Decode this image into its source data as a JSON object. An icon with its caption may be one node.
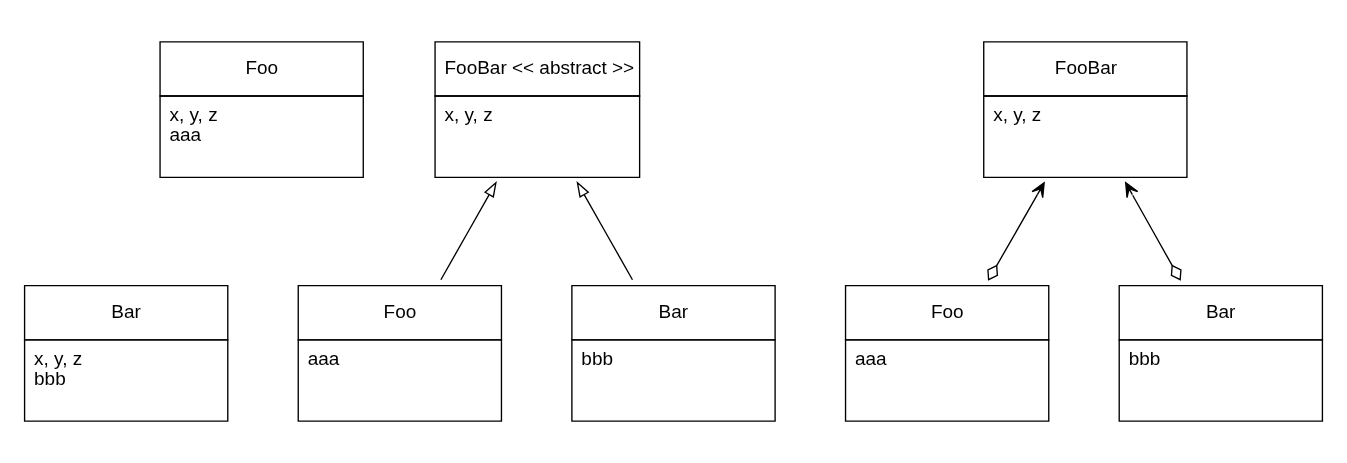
{
  "diagram": {
    "nodes": [
      {
        "text": [
          "Foo",
          "x, y, z",
          "aaa"
        ]
      },
      {
        "text": [
          "Bar",
          "x, y, z",
          "bbb"
        ]
      },
      {
        "text": [
          "FooBar << abstract >>",
          "x, y, z"
        ]
      },
      {
        "text": [
          "Foo",
          "aaa"
        ]
      },
      {
        "text": [
          "Bar",
          "bbb"
        ]
      },
      {
        "text": [
          "FooBar",
          "x, y, z"
        ]
      },
      {
        "text": [
          "Foo",
          "aaa"
        ]
      },
      {
        "text": [
          "Bar",
          "bbb"
        ]
      }
    ],
    "edges": [
      {
        "from": 3,
        "to": 2,
        "arrow": "to"
      },
      {
        "from": 4,
        "to": 2,
        "arrow": "to"
      },
      {
        "from": 6,
        "to": 5,
        "arrow": "to"
      },
      {
        "from": 7,
        "to": 5,
        "arrow": "to"
      }
    ]
  }
}
